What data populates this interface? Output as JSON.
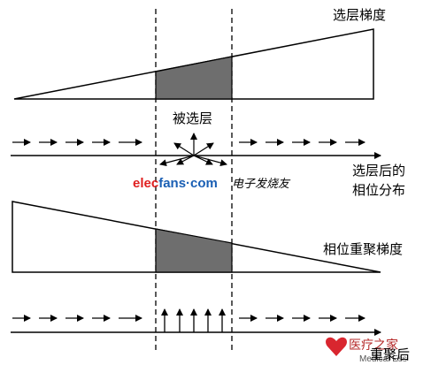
{
  "labels": {
    "slice_gradient": "选层梯度",
    "selected_slice": "被选层",
    "phase_after_line1": "选层后的",
    "phase_after_line2": "相位分布",
    "rephase_gradient": "相位重聚梯度",
    "after_rephase": "重聚后"
  },
  "watermark": {
    "elecfans_prefix": "elec",
    "elecfans_mid": "fans",
    "elecfans_suffix": "·com",
    "elecfans_cn": "电子发烧友",
    "medical_cn": "医疗之家",
    "medical_en": "Medical Ess"
  },
  "colors": {
    "line": "#000000",
    "shaded": "#6e6e6e",
    "watermark_red": "#e02020",
    "watermark_blue": "#1a5fb4"
  }
}
